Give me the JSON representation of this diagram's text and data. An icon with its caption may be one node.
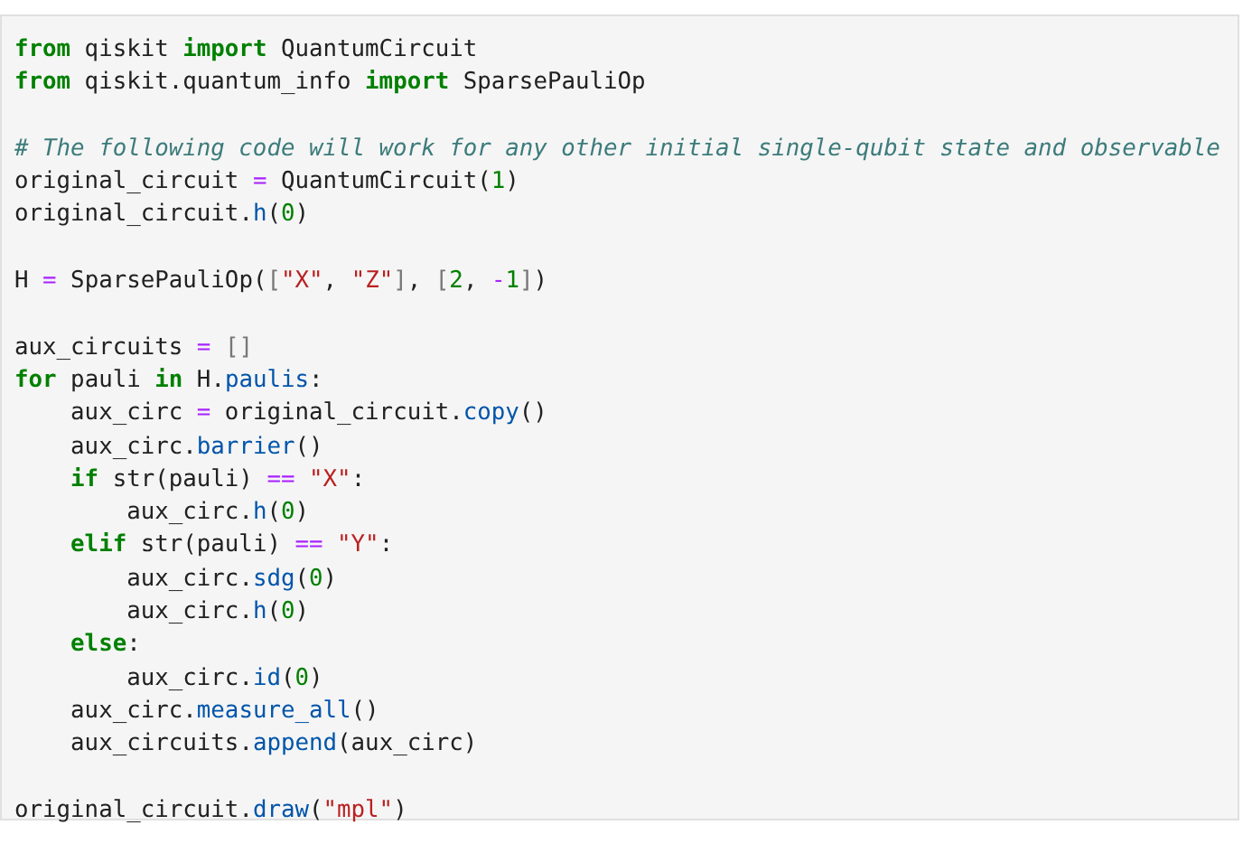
{
  "diagram": {
    "labels": [
      "**from** qiskit **import** QuantumCircuit",
      "**from** qiskit.quantum_info **import** SparsePauliOp",
      "# The following code will work for any other initial single-qubit state and observable",
      "original_circuit = QuantumCircuit(1)",
      "original_circuit.h(0)",
      "H = SparsePauliOp([\"X\", \"Z\"], [2, -1])",
      "aux_circuits = []",
      "**for** pauli **in** H.paulis:",
      "    aux_circ = original_circuit.copy()",
      "    aux_circ.barrier()",
      "    **if** str(pauli) == \"X\":",
      "        aux_circ.h(0)",
      "    **elif** str(pauli) == \"Y\":",
      "        aux_circ.sdg(0)",
      "        aux_circ.h(0)",
      "    **else**:",
      "        aux_circ.id(0)",
      "    aux_circ.measure_all()",
      "    aux_circuits.append(aux_circ)",
      "original_circuit.draw(\"mpl\")"
    ]
  }
}
